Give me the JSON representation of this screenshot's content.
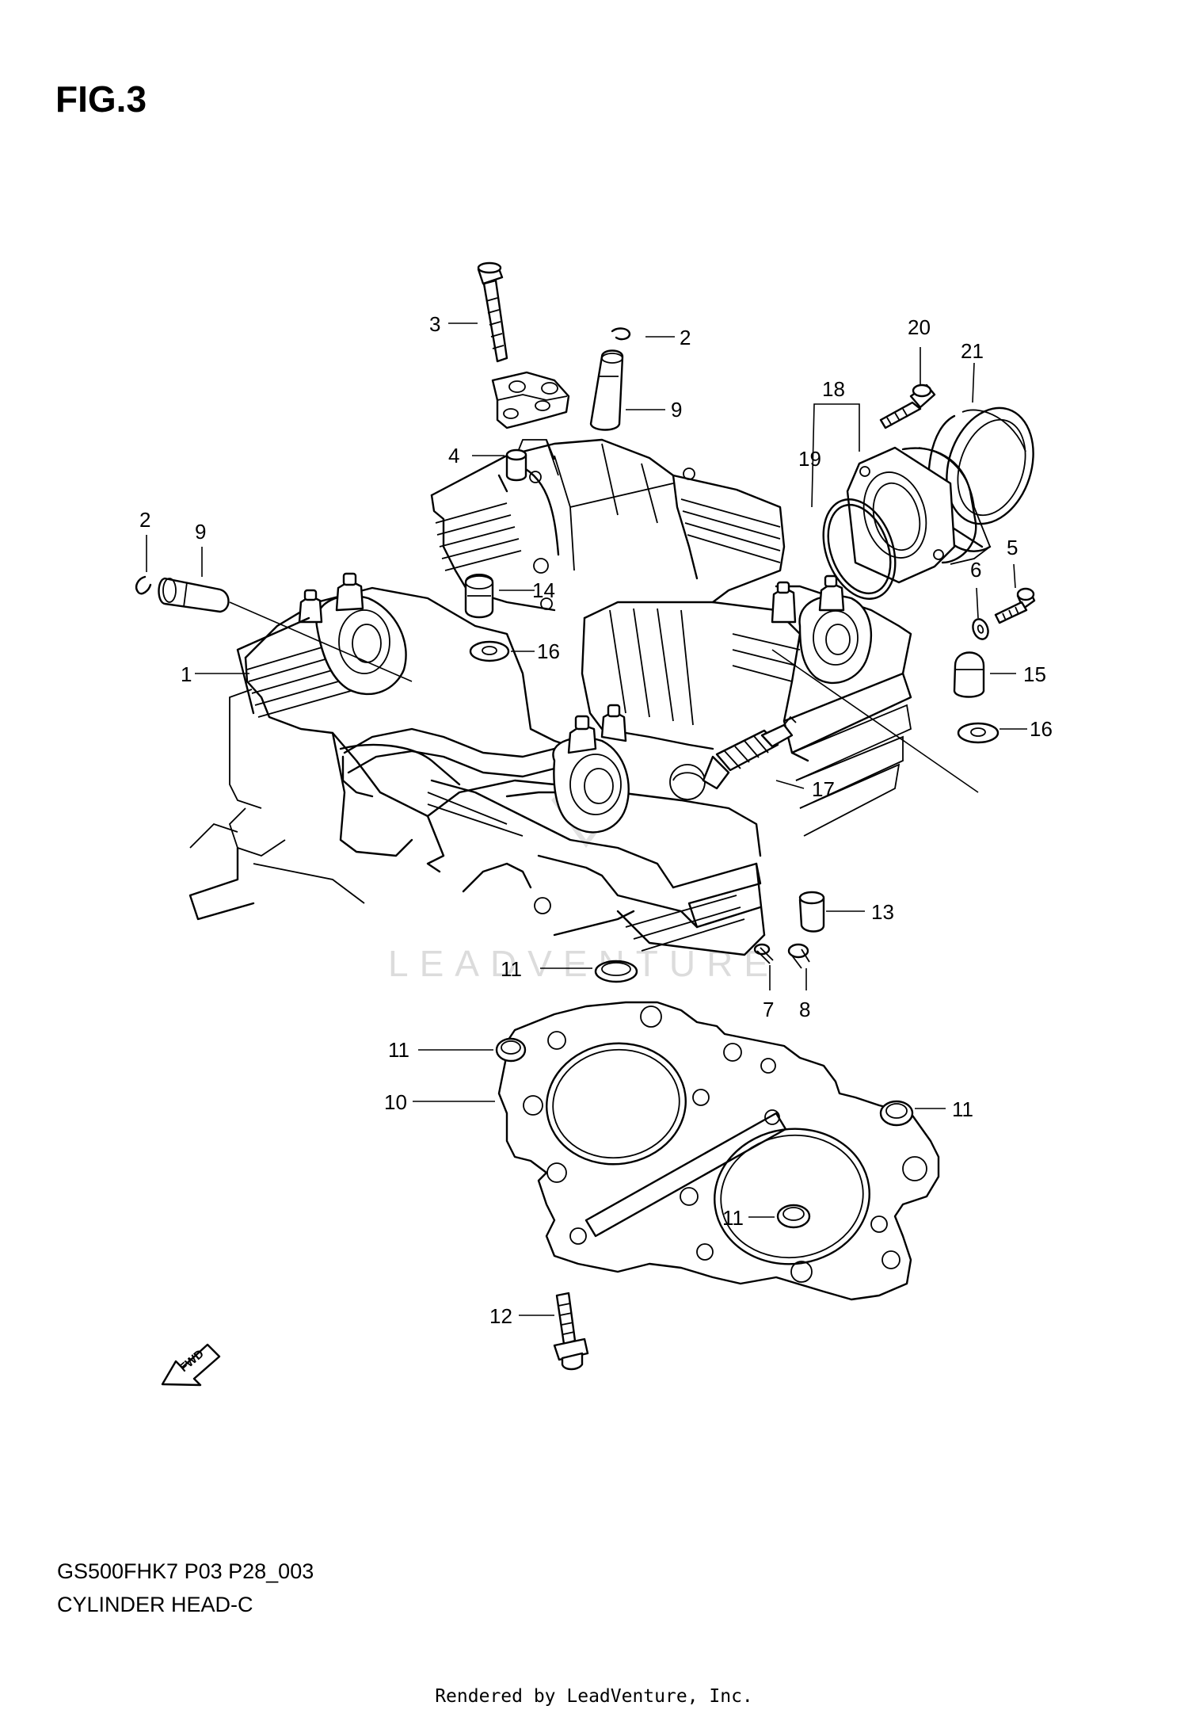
{
  "figure": {
    "title": "FIG.3"
  },
  "footer": {
    "model_code": "GS500FHK7 P03 P28_003",
    "section_name": "CYLINDER HEAD-C"
  },
  "credit": "Rendered by LeadVenture, Inc.",
  "watermark": {
    "text": "LEADVENTURE"
  },
  "fwd_arrow": {
    "label": "FWD"
  },
  "callouts": [
    {
      "id": "c3",
      "label": "3",
      "part": "bolt"
    },
    {
      "id": "c2a",
      "label": "2",
      "part": "clip"
    },
    {
      "id": "c9a",
      "label": "9",
      "part": "cap"
    },
    {
      "id": "c20",
      "label": "20",
      "part": "bolt"
    },
    {
      "id": "c21",
      "label": "21",
      "part": "intake-pipe"
    },
    {
      "id": "c18",
      "label": "18",
      "part": "intake-assembly"
    },
    {
      "id": "c19",
      "label": "19",
      "part": "o-ring"
    },
    {
      "id": "c4",
      "label": "4",
      "part": "dowel"
    },
    {
      "id": "c2b",
      "label": "2",
      "part": "clip"
    },
    {
      "id": "c9b",
      "label": "9",
      "part": "cap"
    },
    {
      "id": "c5",
      "label": "5",
      "part": "bolt"
    },
    {
      "id": "c6",
      "label": "6",
      "part": "washer"
    },
    {
      "id": "c14",
      "label": "14",
      "part": "nut"
    },
    {
      "id": "c16a",
      "label": "16",
      "part": "washer"
    },
    {
      "id": "c15",
      "label": "15",
      "part": "cap-nut"
    },
    {
      "id": "c1",
      "label": "1",
      "part": "cylinder-head"
    },
    {
      "id": "c16b",
      "label": "16",
      "part": "washer"
    },
    {
      "id": "c17",
      "label": "17",
      "part": "spark-plug"
    },
    {
      "id": "c13",
      "label": "13",
      "part": "dowel"
    },
    {
      "id": "c11a",
      "label": "11",
      "part": "o-ring"
    },
    {
      "id": "c7",
      "label": "7",
      "part": "screw"
    },
    {
      "id": "c8",
      "label": "8",
      "part": "screw"
    },
    {
      "id": "c11b",
      "label": "11",
      "part": "o-ring"
    },
    {
      "id": "c10",
      "label": "10",
      "part": "head-gasket"
    },
    {
      "id": "c11c",
      "label": "11",
      "part": "o-ring"
    },
    {
      "id": "c11d",
      "label": "11",
      "part": "o-ring"
    },
    {
      "id": "c12",
      "label": "12",
      "part": "bolt"
    }
  ]
}
